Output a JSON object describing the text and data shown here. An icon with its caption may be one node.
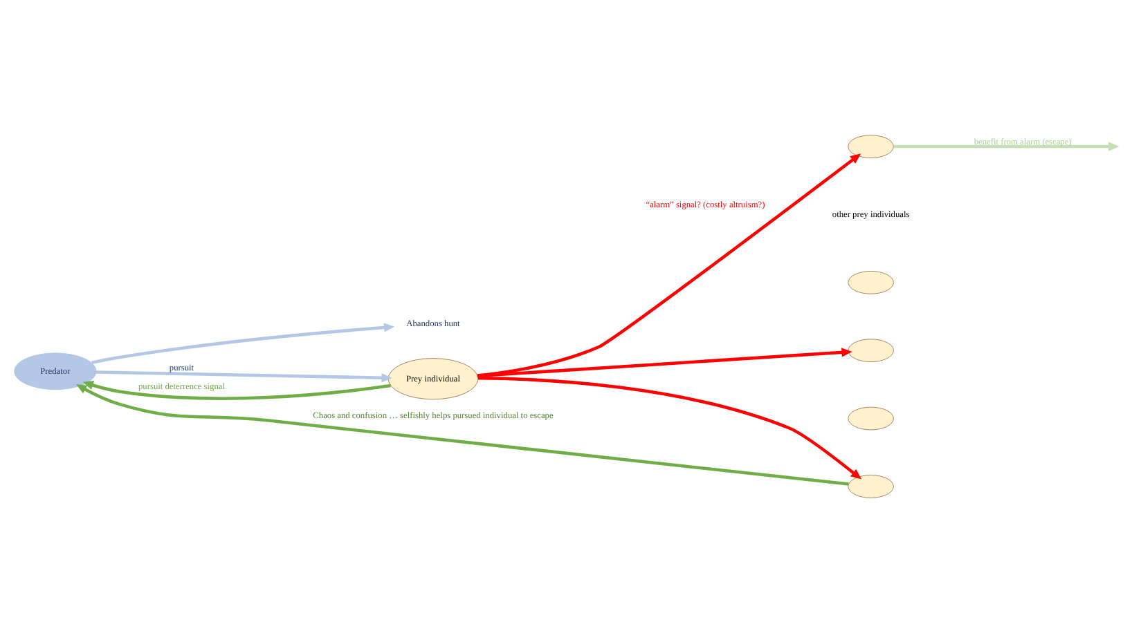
{
  "diagram": {
    "nodes": [
      {
        "text": [
          "Predator"
        ]
      },
      {
        "text": [
          "Abandons hunt"
        ]
      },
      {
        "text": [
          "Prey individual"
        ]
      },
      {
        "text": [],
        "shape": "ellipse"
      },
      {
        "text": [],
        "shape": "ellipse"
      },
      {
        "text": [],
        "shape": "ellipse"
      },
      {
        "text": [],
        "shape": "ellipse"
      },
      {
        "text": [],
        "shape": "ellipse"
      }
    ],
    "edges": [
      {
        "from": 0,
        "to": 1,
        "arrow": "to",
        "color": "#b4c7e7"
      },
      {
        "from": 2,
        "to": 0,
        "arrow": "to",
        "label": "pursuit deterrence signal",
        "color": "#70ad47"
      },
      {
        "from": 0,
        "to": 2,
        "arrow": "to",
        "label": "pursuit",
        "color": "#b4c7e7"
      },
      {
        "from": 2,
        "to": 3,
        "arrow": "to",
        "label": "“alarm” signal? (costly altruism?)",
        "color": "#ff0000"
      },
      {
        "from": 2,
        "to": 5,
        "arrow": "to",
        "color": "#ff0000"
      },
      {
        "from": 2,
        "to": 7,
        "arrow": "to",
        "color": "#ff0000"
      },
      {
        "from": 7,
        "to": 0,
        "arrow": "to",
        "label": "Chaos and confusion … selfishly helps pursued individual to escape",
        "color": "#70ad47"
      },
      {
        "from": 3,
        "to": null,
        "arrow": "to",
        "label": "benefit from alarm (escape)",
        "color": "#c5e0b4"
      }
    ],
    "labels": [
      "other prey individuals"
    ]
  }
}
